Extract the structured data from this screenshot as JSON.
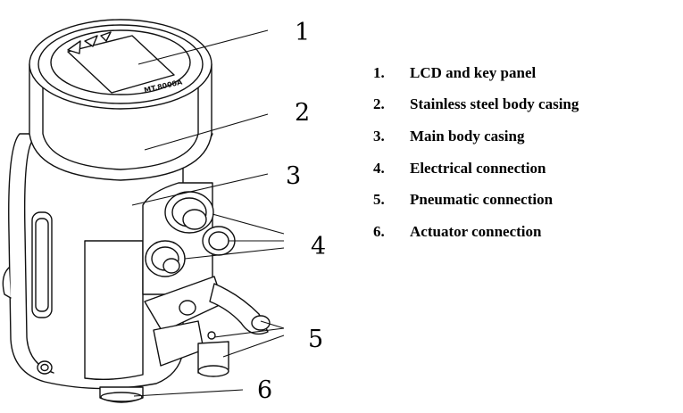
{
  "callouts": [
    "1",
    "2",
    "3",
    "4",
    "5",
    "6"
  ],
  "legend": [
    {
      "num": "1.",
      "label": "LCD and key panel"
    },
    {
      "num": "2.",
      "label": "Stainless steel body casing"
    },
    {
      "num": "3.",
      "label": "Main body casing"
    },
    {
      "num": "4.",
      "label": "Electrical connection"
    },
    {
      "num": "5.",
      "label": "Pneumatic connection"
    },
    {
      "num": "6.",
      "label": "Actuator connection"
    }
  ],
  "device_label": "MT.8000A"
}
